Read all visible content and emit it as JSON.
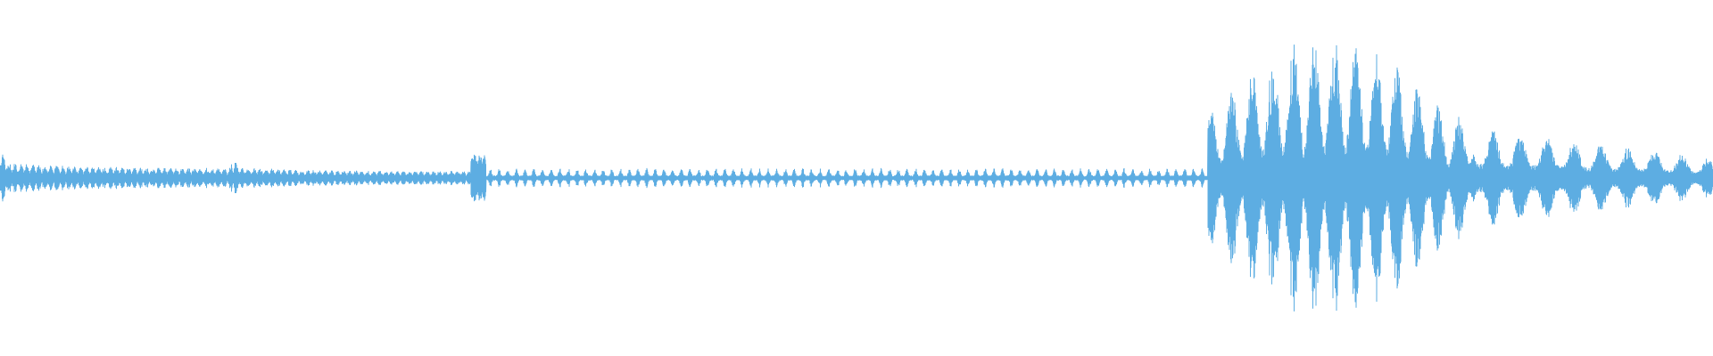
{
  "waveform": {
    "color": "#5dade2",
    "background": "#ffffff",
    "peak_amplitude": 1.0,
    "segments": [
      {
        "start": 0.0,
        "end": 0.135,
        "level": 0.1,
        "style": "noisy"
      },
      {
        "start": 0.135,
        "end": 0.275,
        "level": 0.07,
        "style": "noisy"
      },
      {
        "start": 0.275,
        "end": 0.705,
        "level": 0.06,
        "style": "sparse"
      },
      {
        "start": 0.705,
        "end": 0.86,
        "level": 0.85,
        "style": "burst"
      },
      {
        "start": 0.86,
        "end": 1.0,
        "level": 0.3,
        "style": "tail"
      }
    ]
  }
}
